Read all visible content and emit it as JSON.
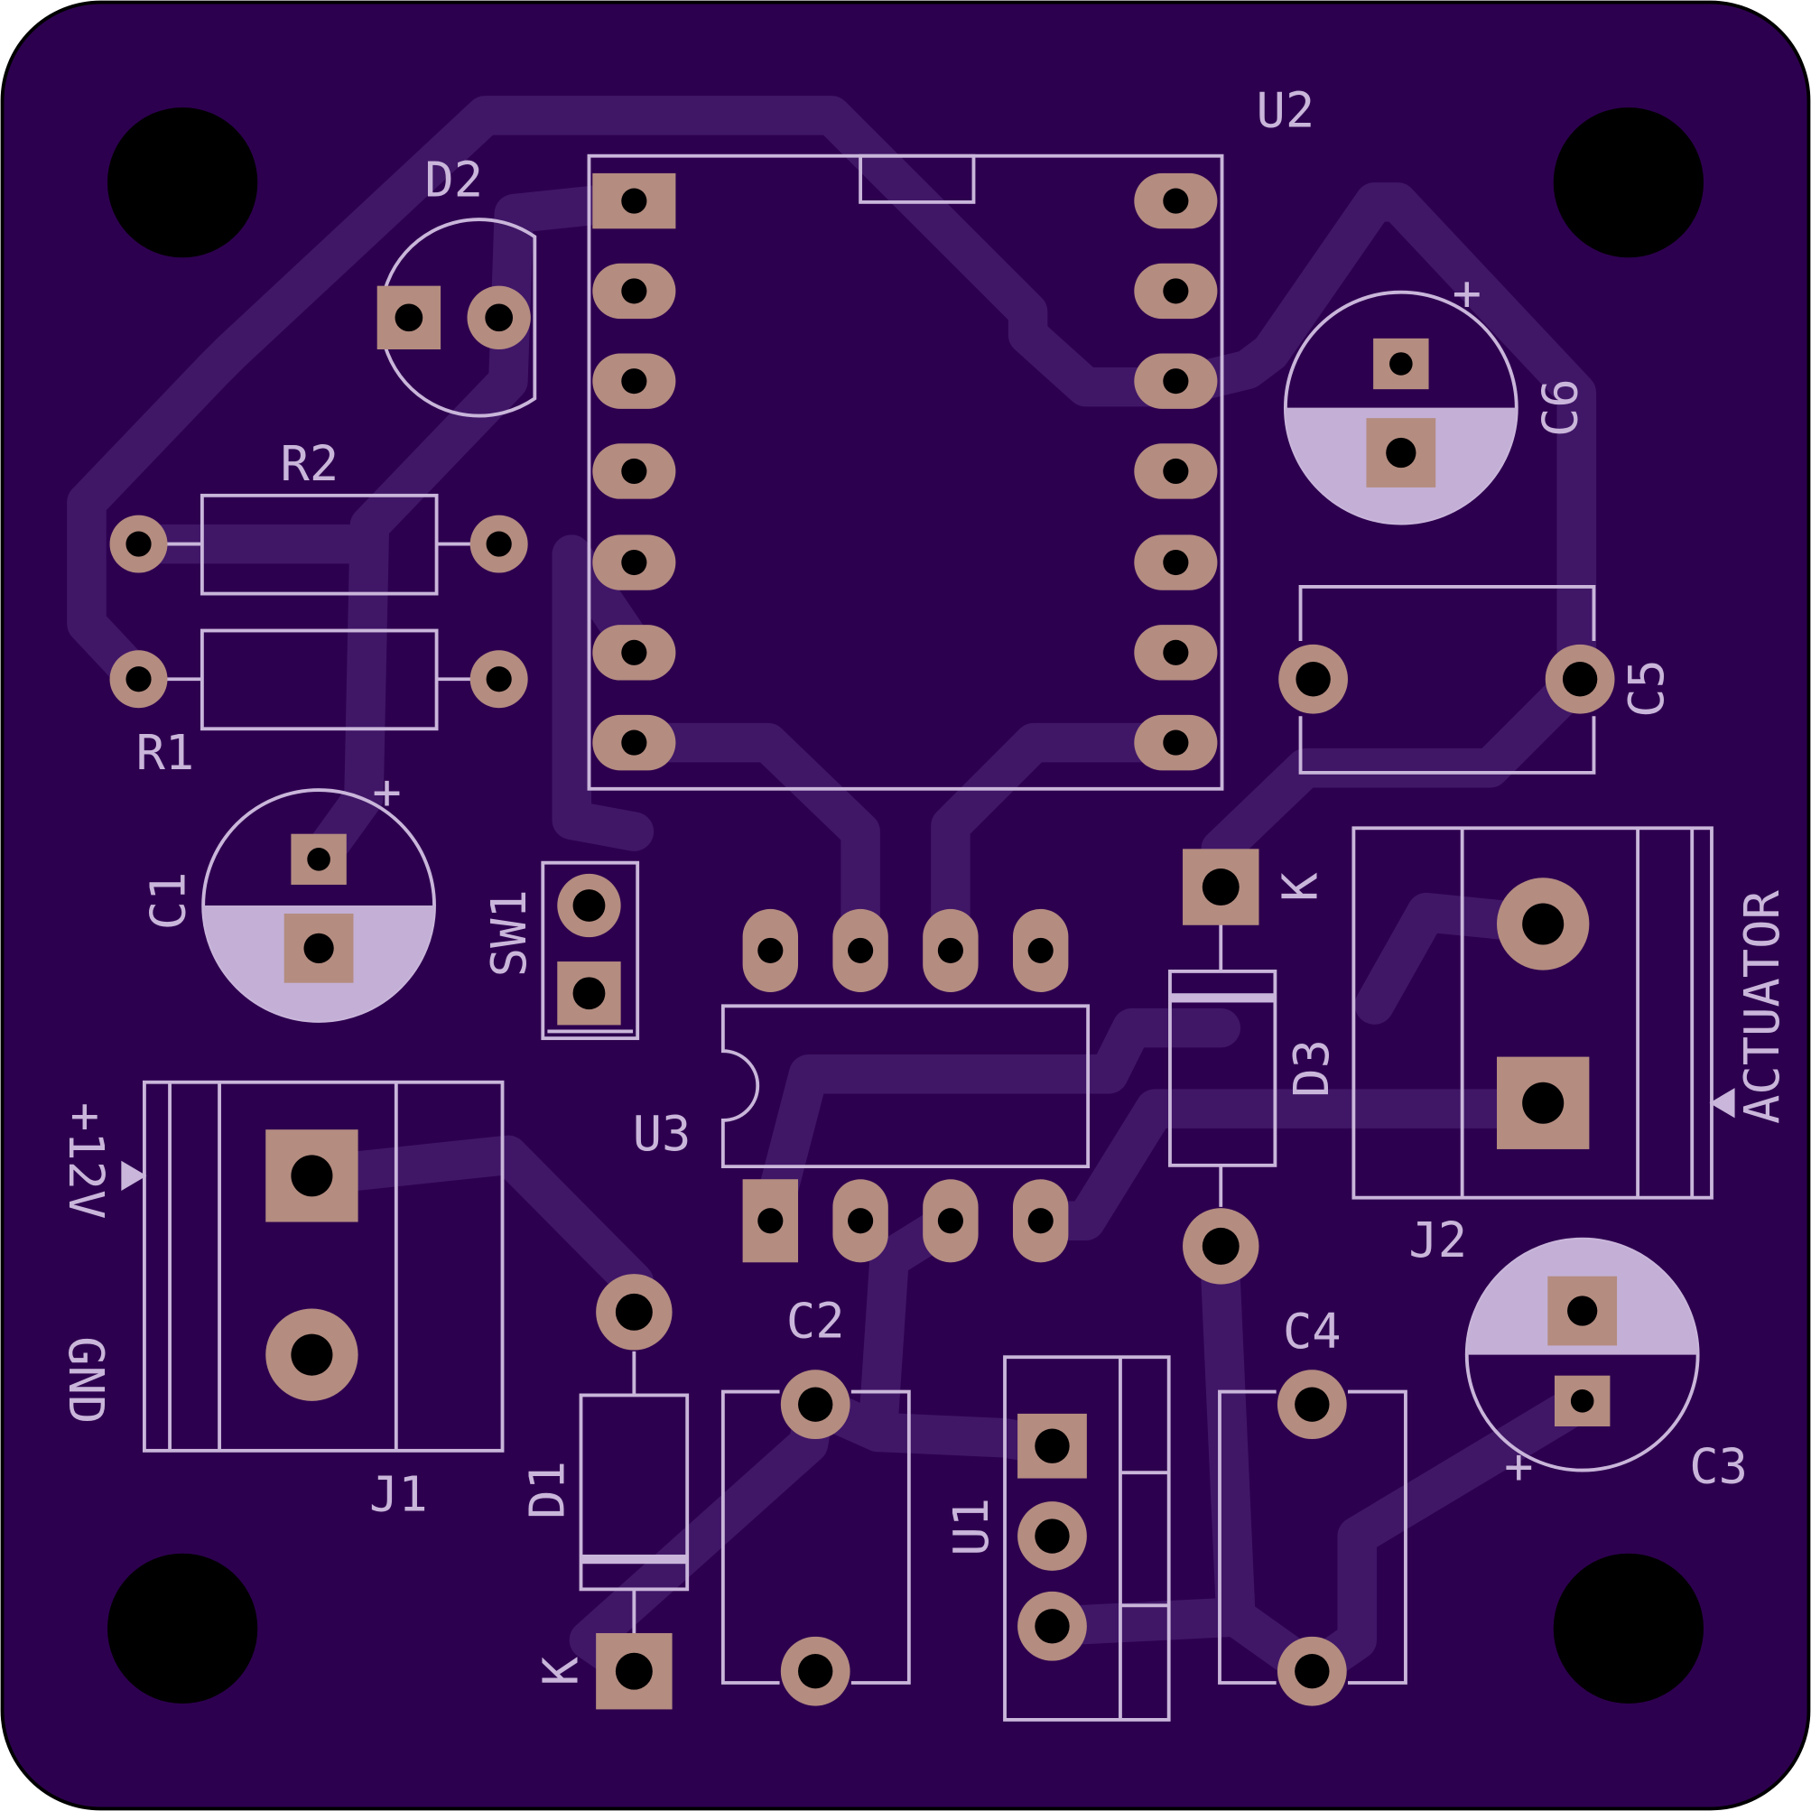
{
  "board": {
    "title": "PCB layout",
    "colors": {
      "board": "#2d004f",
      "trace": "#401767",
      "silk": "#c9b6da",
      "pad": "#b48c80"
    }
  },
  "labels": {
    "U2": "U2",
    "D2": "D2",
    "R2": "R2",
    "R1": "R1",
    "C1": "C1",
    "SW1": "SW1",
    "U3": "U3",
    "C6": "C6",
    "C5": "C5",
    "D3": "D3",
    "D3_K": "K",
    "J2": "J2",
    "actuator": "ACTUATOR",
    "J1": "J1",
    "plus12v": "+12V",
    "gnd": "GND",
    "D1": "D1",
    "D1_K": "K",
    "C2": "C2",
    "U1": "U1",
    "C4": "C4",
    "C3": "C3",
    "C1_plus": "+",
    "C6_plus": "+",
    "C3_plus": "+"
  }
}
